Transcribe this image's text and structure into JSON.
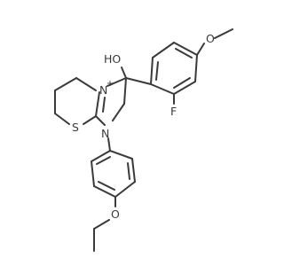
{
  "atoms": {
    "oh": "HO",
    "o_methoxy": "O",
    "f": "F",
    "n_plus": "N",
    "plus": "+",
    "s": "S",
    "n_ring": "N",
    "o_ethoxy": "O"
  },
  "colors": {
    "bond": "#3a3a3a",
    "label": "#3a3a3a",
    "background": "#ffffff"
  }
}
